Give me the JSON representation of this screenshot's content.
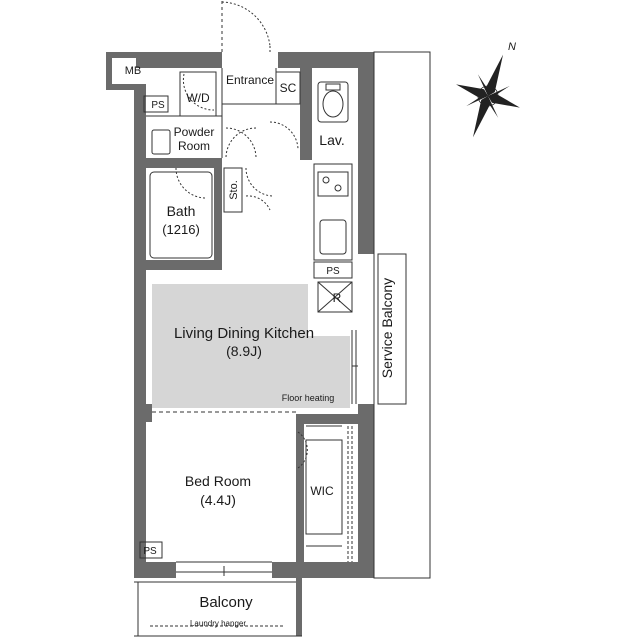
{
  "rooms": {
    "mb": "MB",
    "wd": "W/D",
    "entrance": "Entrance",
    "sc": "SC",
    "ps_top": "PS",
    "powder_room_1": "Powder",
    "powder_room_2": "Room",
    "lav": "Lav.",
    "sto": "Sto.",
    "bath": "Bath",
    "bath_size": "(1216)",
    "ps_kitchen": "PS",
    "fridge": "R",
    "ldk": "Living Dining Kitchen",
    "ldk_size": "(8.9J)",
    "floor_heating": "Floor heating",
    "service_balcony": "Service Balcony",
    "bed_room": "Bed Room",
    "bed_size": "(4.4J)",
    "wic": "WIC",
    "ps_bed": "PS",
    "balcony": "Balcony",
    "laundry_hanger": "Laundry hanger"
  },
  "compass": {
    "north_label": "N"
  },
  "colors": {
    "wall": "#6b6b6b",
    "floor_heating": "#d6d6d6",
    "line": "#333333"
  }
}
